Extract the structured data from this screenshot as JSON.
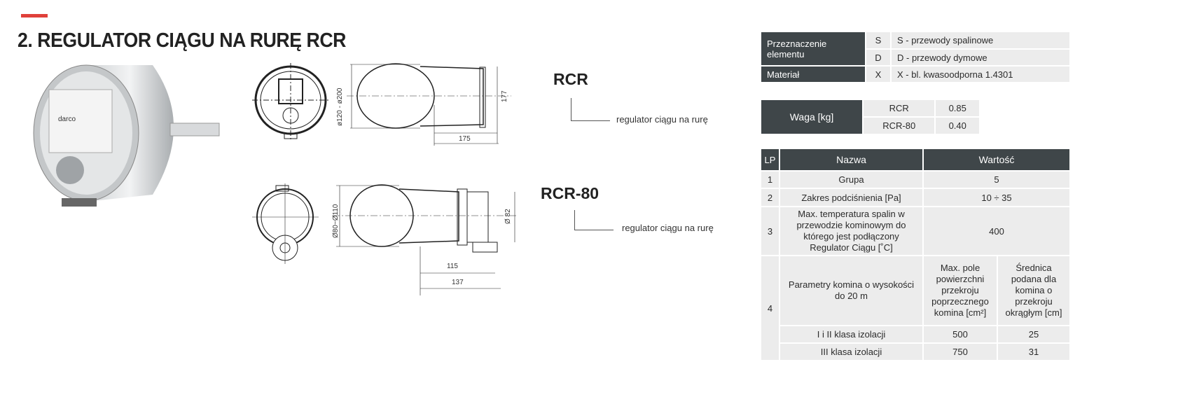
{
  "title": "2. REGULATOR CIĄGU NA RURĘ RCR",
  "models": [
    {
      "name": "RCR",
      "description": "regulator ciągu na rurę",
      "dims": [
        "ø120 - ø200",
        "177",
        "175"
      ]
    },
    {
      "name": "RCR-80",
      "description": "regulator ciągu na rurę",
      "dims": [
        "Ø80~Ø110",
        "Ø 82",
        "115",
        "137"
      ]
    }
  ],
  "product_photo": {
    "brand": "darco"
  },
  "spec_table": {
    "rows": [
      {
        "label": "Przeznaczenie elementu",
        "code": "S",
        "value": "S - przewody spalinowe"
      },
      {
        "code": "D",
        "value": "D - przewody dymowe"
      },
      {
        "label": "Materiał",
        "code": "X",
        "value": "X - bl. kwasoodporna 1.4301"
      }
    ]
  },
  "weight_table": {
    "label": "Waga [kg]",
    "rows": [
      {
        "model": "RCR",
        "value": "0.85"
      },
      {
        "model": "RCR-80",
        "value": "0.40"
      }
    ]
  },
  "params_table": {
    "headers": [
      "LP",
      "Nazwa",
      "Wartość"
    ],
    "rows": [
      {
        "lp": "1",
        "name": "Grupa",
        "value": "5"
      },
      {
        "lp": "2",
        "name": "Zakres podciśnienia [Pa]",
        "value": "10 ÷ 35"
      },
      {
        "lp": "3",
        "name": "Max. temperatura spalin w przewodzie kominowym do którego jest podłączony Regulator Ciągu [˚C]",
        "value": "400"
      }
    ],
    "row4": {
      "lp": "4",
      "name": "Parametry komina o wysokości do 20 m",
      "col1": "Max. pole powierzchni przekroju poprzecznego komina [cm²]",
      "col2": "Średnica podana dla komina o przekroju okrągłym [cm]",
      "sub": [
        {
          "name": "I i II klasa izolacji",
          "v1": "500",
          "v2": "25"
        },
        {
          "name": "III klasa izolacji",
          "v1": "750",
          "v2": "31"
        }
      ]
    }
  }
}
